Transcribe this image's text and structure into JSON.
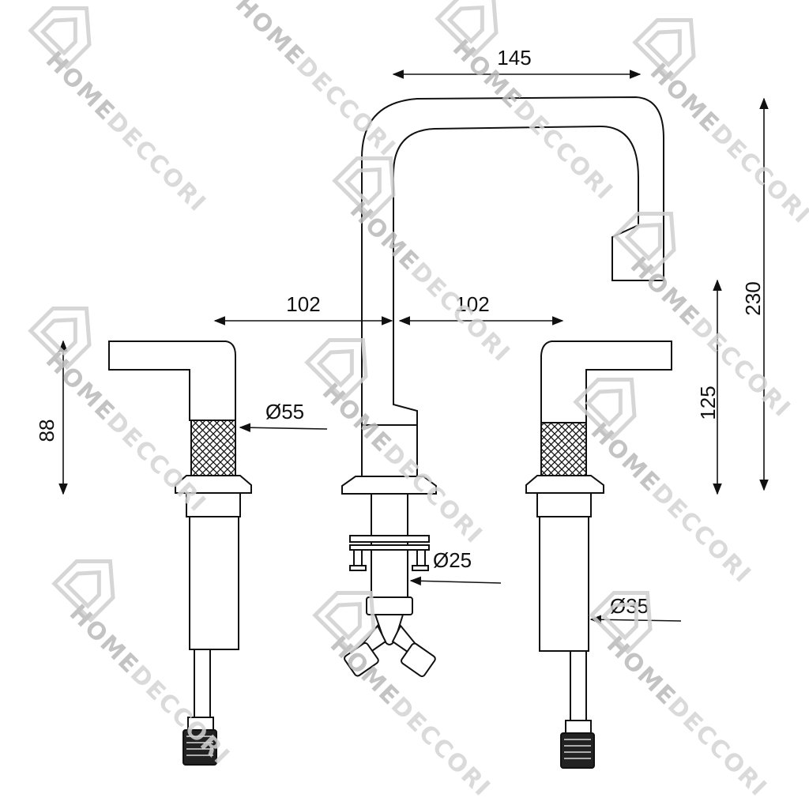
{
  "dimensions": {
    "spout_reach": "145",
    "total_height": "230",
    "spout_height": "125",
    "handle_height": "88",
    "spacing_left": "102",
    "spacing_right": "102",
    "handle_diameter": "Ø55",
    "shank_diameter": "Ø25",
    "valve_diameter": "Ø35"
  },
  "watermark": {
    "brand_part1": "HOME",
    "brand_part2": "DECCORI",
    "color_primary": "#b9b9b9",
    "color_secondary": "#d4d4d4"
  },
  "colors": {
    "line": "#111111",
    "background": "#ffffff"
  }
}
